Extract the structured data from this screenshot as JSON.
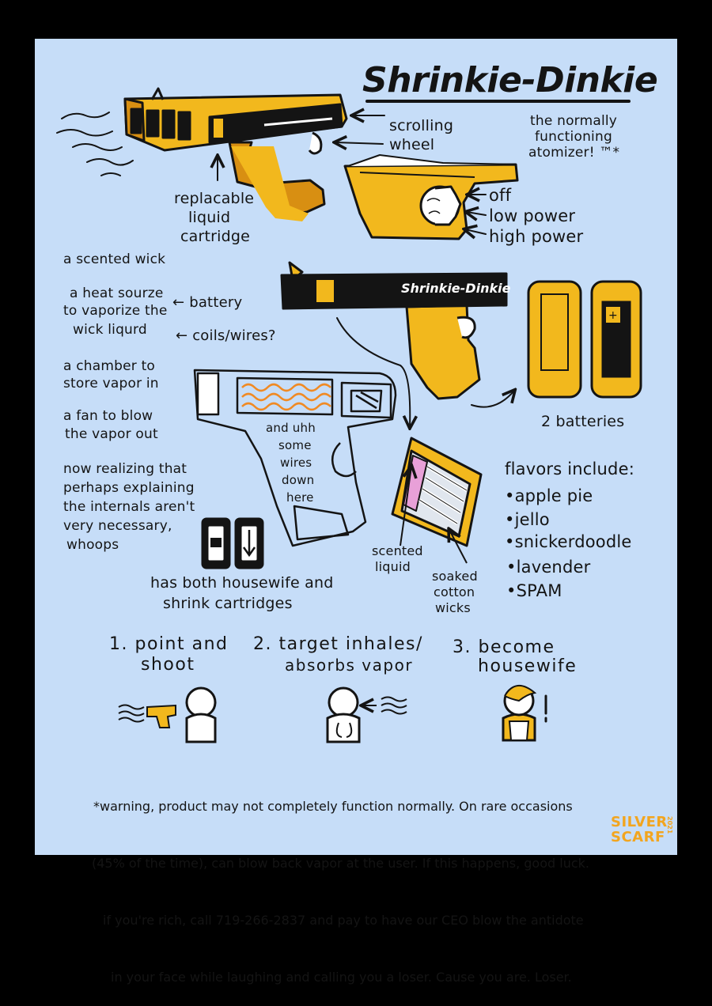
{
  "title": "Shrinkie-Dinkie",
  "gun_label": "Shrinkie-Dinkie",
  "labels": {
    "scrolling_wheel": [
      "scrolling",
      "wheel"
    ],
    "atomizer": [
      "the normally",
      "functioning",
      "atomizer! ™*"
    ],
    "cartridge": [
      "replacable",
      "liquid",
      "cartridge"
    ],
    "power": [
      "off",
      "low power",
      "high power"
    ],
    "scented_wick": "a scented wick",
    "heat_source": [
      "a heat sourze",
      "to vaporize the",
      "wick liqurd"
    ],
    "battery_arrow": "← battery",
    "coils_arrow": "← coils/wires?",
    "chamber": [
      "a chamber to",
      "store vapor in"
    ],
    "fan": [
      "a fan to blow",
      "the vapor out"
    ],
    "realizing": [
      "now realizing that",
      "perhaps explaining",
      "the internals aren't",
      "very necessary,",
      "whoops"
    ],
    "wires": [
      "and uhh",
      "some",
      "wires",
      "down",
      "here"
    ],
    "batteries": "2 batteries",
    "flavors_title": "flavors include:",
    "flavors": [
      "•apple pie",
      "•jello",
      "•snickerdoodle",
      "•lavender",
      "•SPAM"
    ],
    "scented_liquid": [
      "scented",
      "liquid"
    ],
    "soaked_wicks": [
      "soaked",
      "cotton",
      "wicks"
    ],
    "both_cartridges": [
      "has both housewife and",
      "shrink cartridges"
    ]
  },
  "steps": [
    {
      "lines": [
        "1. point and",
        "shoot"
      ]
    },
    {
      "lines": [
        "2. target inhales/",
        "absorbs vapor"
      ]
    },
    {
      "lines": [
        "3. become",
        "housewife"
      ]
    }
  ],
  "warning": [
    "*warning, product may not completely function normally. On rare occasions",
    "(45% of the time), can blow back vapor at the user. If this happens, good luck.",
    "if you're rich, call 719-266-2837 and pay to have our CEO blow the antidote",
    "in your face while laughing and calling you a loser. Cause you are. Loser."
  ],
  "logo": {
    "line1": "SILVER",
    "line2": "SCARF",
    "year": "2021"
  },
  "colors": {
    "background": "#c6ddf8",
    "frame": "#000000",
    "gun_yellow": "#f2b81d",
    "ink": "#141414",
    "coil_orange": "#f08a24",
    "wick_pink": "#e8a0d8"
  }
}
